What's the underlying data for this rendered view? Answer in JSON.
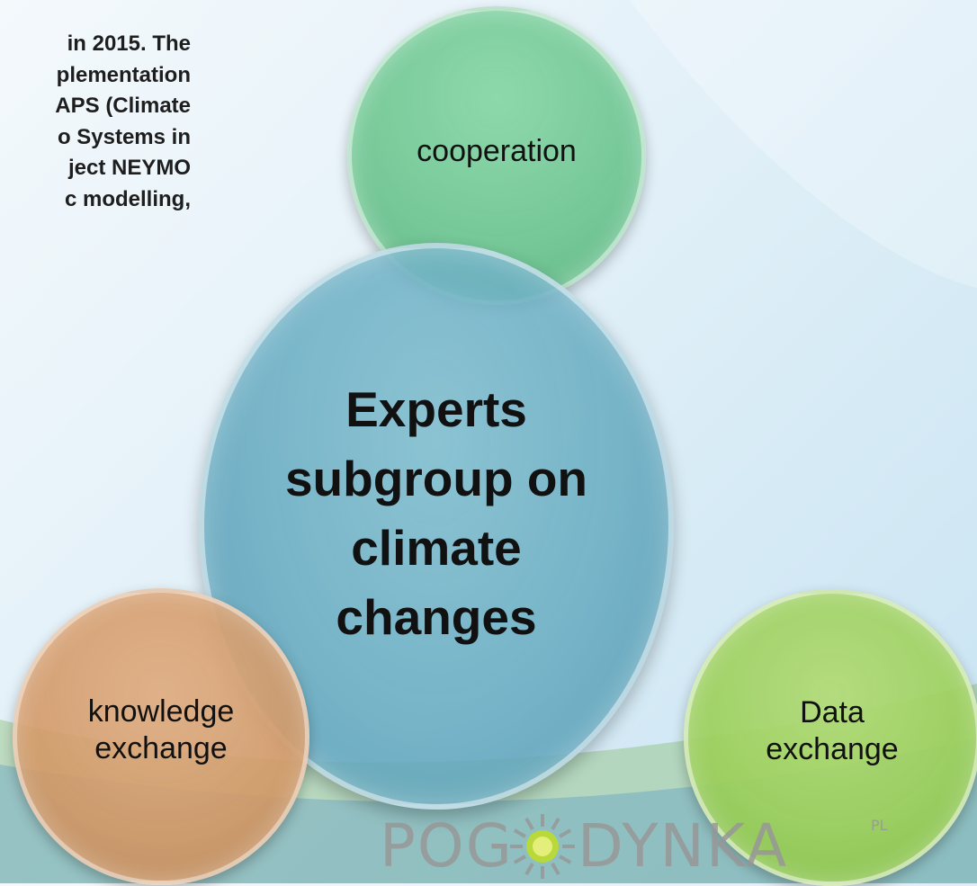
{
  "left_text": {
    "lines": [
      "in 2015. The",
      "plementation",
      "APS  (Climate",
      "o Systems in",
      "ject  NEYMO",
      "c  modelling,"
    ]
  },
  "diagram": {
    "center": {
      "label": "Experts\nsubgroup on\nclimate\nchanges",
      "color": "#66aac0"
    },
    "nodes": [
      {
        "id": "cooperation",
        "label": "cooperation",
        "color": "#6cc48f"
      },
      {
        "id": "knowledge",
        "label": "knowledge\nexchange",
        "color": "#d29866"
      },
      {
        "id": "data",
        "label": "Data\nexchange",
        "color": "#9bce5a"
      }
    ]
  },
  "logo": {
    "part1": "POG",
    "part2": "DYNKA",
    "suffix": "PL",
    "icon": "sun-icon"
  }
}
